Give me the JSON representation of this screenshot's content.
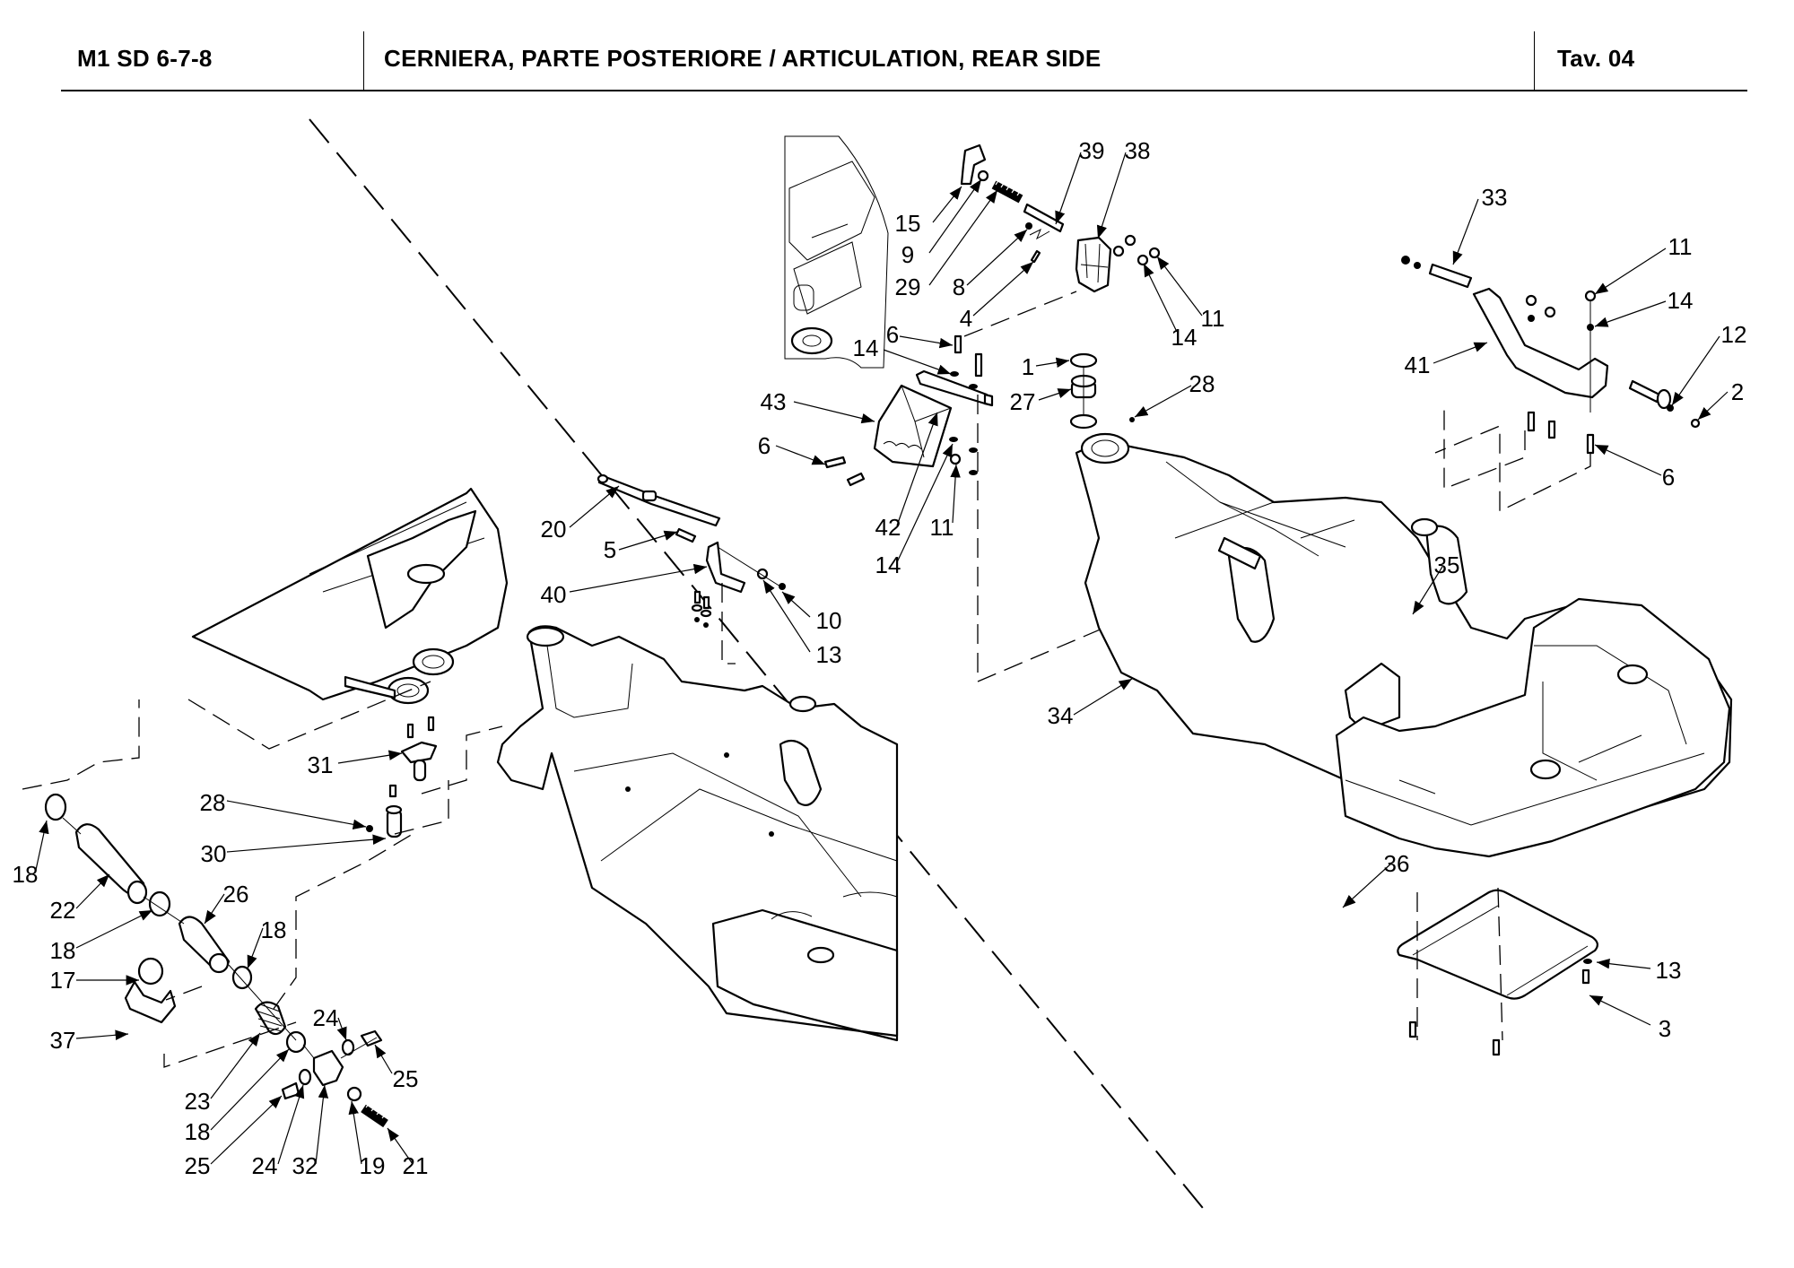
{
  "header": {
    "model_code": "M1 SD 6-7-8",
    "title": "CERNIERA, PARTE POSTERIORE / ARTICULATION, REAR SIDE",
    "table_ref": "Tav.  04"
  },
  "callouts": [
    {
      "id": "c15a",
      "label": "15"
    },
    {
      "id": "c9",
      "label": "9"
    },
    {
      "id": "c29",
      "label": "29"
    },
    {
      "id": "c8",
      "label": "8"
    },
    {
      "id": "c4",
      "label": "4"
    },
    {
      "id": "c39",
      "label": "39"
    },
    {
      "id": "c38",
      "label": "38"
    },
    {
      "id": "c14a",
      "label": "14"
    },
    {
      "id": "c11a",
      "label": "11"
    },
    {
      "id": "c6a",
      "label": "6"
    },
    {
      "id": "c14b",
      "label": "14"
    },
    {
      "id": "c43",
      "label": "43"
    },
    {
      "id": "c6b",
      "label": "6"
    },
    {
      "id": "c1",
      "label": "1"
    },
    {
      "id": "c27",
      "label": "27"
    },
    {
      "id": "c28a",
      "label": "28"
    },
    {
      "id": "c42",
      "label": "42"
    },
    {
      "id": "c11b",
      "label": "11"
    },
    {
      "id": "c14c",
      "label": "14"
    },
    {
      "id": "c33",
      "label": "33"
    },
    {
      "id": "c11c",
      "label": "11"
    },
    {
      "id": "c14d",
      "label": "14"
    },
    {
      "id": "c41",
      "label": "41"
    },
    {
      "id": "c12",
      "label": "12"
    },
    {
      "id": "c2",
      "label": "2"
    },
    {
      "id": "c6c",
      "label": "6"
    },
    {
      "id": "c35",
      "label": "35"
    },
    {
      "id": "c34",
      "label": "34"
    },
    {
      "id": "c36",
      "label": "36"
    },
    {
      "id": "c13a",
      "label": "13"
    },
    {
      "id": "c3",
      "label": "3"
    },
    {
      "id": "c20",
      "label": "20"
    },
    {
      "id": "c5",
      "label": "5"
    },
    {
      "id": "c40",
      "label": "40"
    },
    {
      "id": "c10",
      "label": "10"
    },
    {
      "id": "c13b",
      "label": "13"
    },
    {
      "id": "c31",
      "label": "31"
    },
    {
      "id": "c28b",
      "label": "28"
    },
    {
      "id": "c30",
      "label": "30"
    },
    {
      "id": "c18a",
      "label": "18"
    },
    {
      "id": "c22",
      "label": "22"
    },
    {
      "id": "c26",
      "label": "26"
    },
    {
      "id": "c18b",
      "label": "18"
    },
    {
      "id": "c18c",
      "label": "18"
    },
    {
      "id": "c17",
      "label": "17"
    },
    {
      "id": "c37",
      "label": "37"
    },
    {
      "id": "c24a",
      "label": "24"
    },
    {
      "id": "c25a",
      "label": "25"
    },
    {
      "id": "c23",
      "label": "23"
    },
    {
      "id": "c18d",
      "label": "18"
    },
    {
      "id": "c25b",
      "label": "25"
    },
    {
      "id": "c24b",
      "label": "24"
    },
    {
      "id": "c32",
      "label": "32"
    },
    {
      "id": "c19",
      "label": "19"
    },
    {
      "id": "c21",
      "label": "21"
    }
  ]
}
